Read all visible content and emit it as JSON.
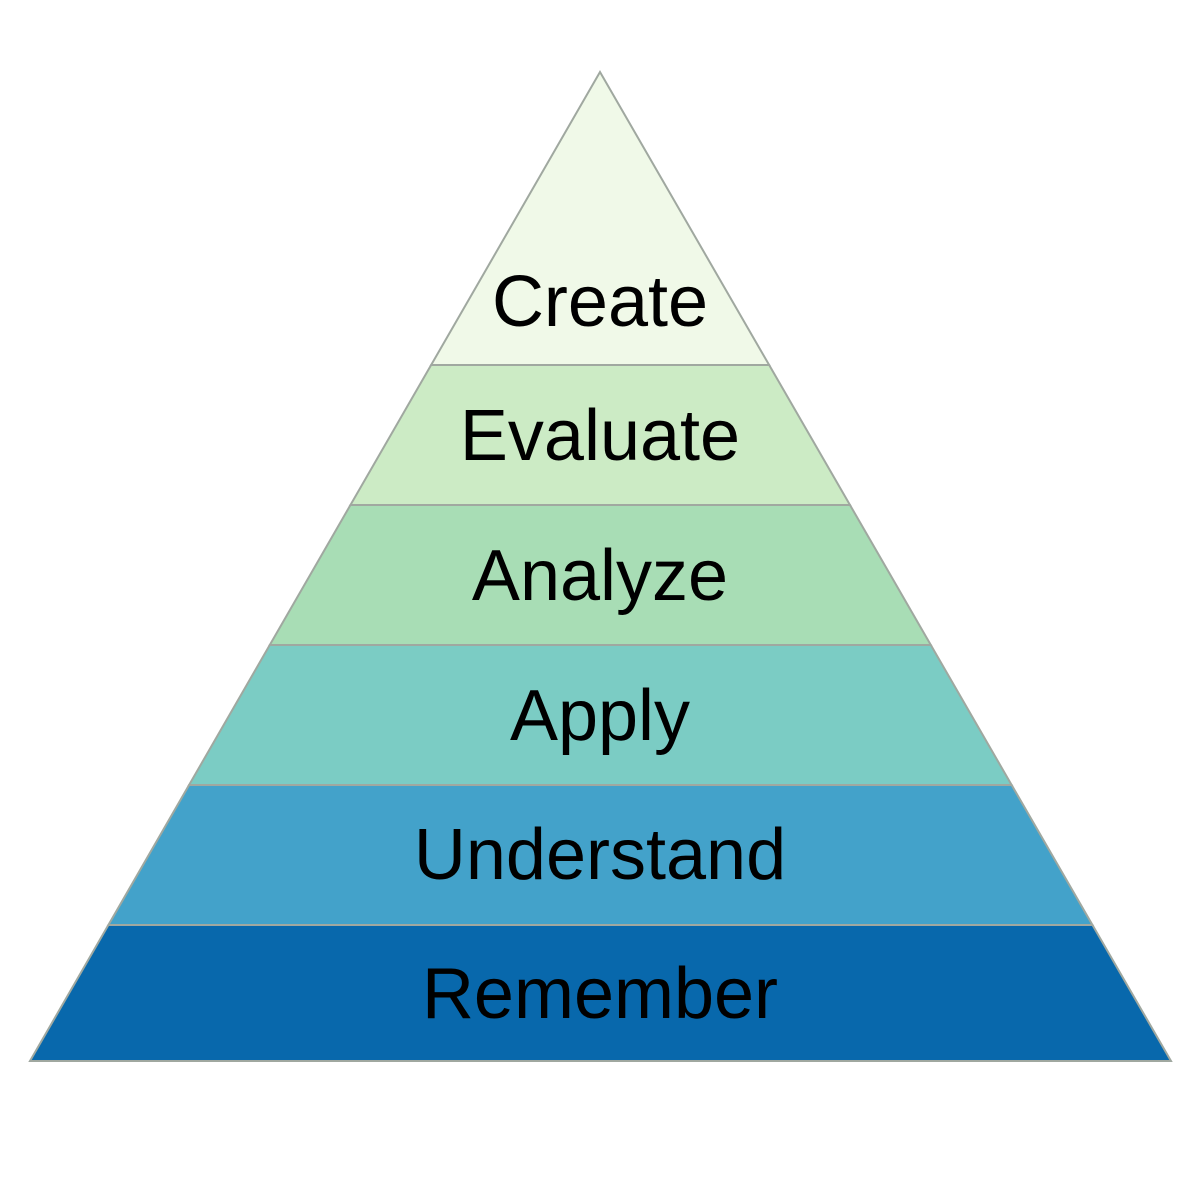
{
  "diagram": {
    "type": "pyramid",
    "levels": [
      {
        "label": "Create",
        "color": "#f0f9e8"
      },
      {
        "label": "Evaluate",
        "color": "#ccebc5"
      },
      {
        "label": "Analyze",
        "color": "#a8ddb5"
      },
      {
        "label": "Apply",
        "color": "#7bccc4"
      },
      {
        "label": "Understand",
        "color": "#43a2ca"
      },
      {
        "label": "Remember",
        "color": "#0868ac"
      }
    ],
    "stroke_color": "#a0a8a0"
  }
}
